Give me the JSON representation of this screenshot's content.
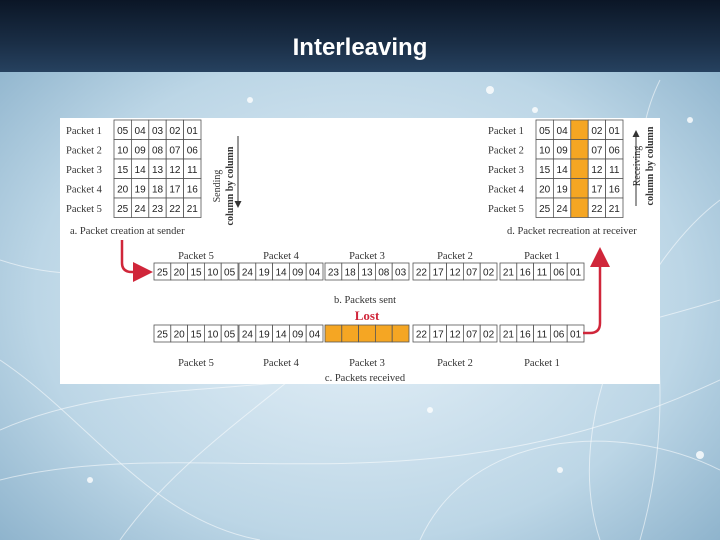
{
  "title": "Interleaving",
  "colors": {
    "lost": "#f5a623",
    "arrow": "#d0263a",
    "lost_text": "#d0263a"
  },
  "sender": {
    "row_labels": [
      "Packet 1",
      "Packet 2",
      "Packet 3",
      "Packet 4",
      "Packet 5"
    ],
    "rows": [
      [
        "05",
        "04",
        "03",
        "02",
        "01"
      ],
      [
        "10",
        "09",
        "08",
        "07",
        "06"
      ],
      [
        "15",
        "14",
        "13",
        "12",
        "11"
      ],
      [
        "20",
        "19",
        "18",
        "17",
        "16"
      ],
      [
        "25",
        "24",
        "23",
        "22",
        "21"
      ]
    ],
    "side_label_1": "Sending",
    "side_label_2": "column by column",
    "caption": "a. Packet creation at sender"
  },
  "receiver": {
    "row_labels": [
      "Packet 1",
      "Packet 2",
      "Packet 3",
      "Packet 4",
      "Packet 5"
    ],
    "rows": [
      [
        "05",
        "04",
        "",
        "02",
        "01"
      ],
      [
        "10",
        "09",
        "",
        "07",
        "06"
      ],
      [
        "15",
        "14",
        "",
        "12",
        "11"
      ],
      [
        "20",
        "19",
        "",
        "17",
        "16"
      ],
      [
        "25",
        "24",
        "",
        "22",
        "21"
      ]
    ],
    "lost_column": 2,
    "side_label_1": "Receiving",
    "side_label_2": "column by column",
    "caption": "d. Packet recreation at receiver"
  },
  "sent": {
    "packet_labels": [
      "Packet 5",
      "Packet 4",
      "Packet 3",
      "Packet 2",
      "Packet 1"
    ],
    "groups": [
      [
        "25",
        "20",
        "15",
        "10",
        "05"
      ],
      [
        "24",
        "19",
        "14",
        "09",
        "04"
      ],
      [
        "23",
        "18",
        "13",
        "08",
        "03"
      ],
      [
        "22",
        "17",
        "12",
        "07",
        "02"
      ],
      [
        "21",
        "16",
        "11",
        "06",
        "01"
      ]
    ],
    "caption": "b. Packets sent"
  },
  "lost_label": "Lost",
  "received": {
    "packet_labels": [
      "Packet 5",
      "Packet 4",
      "Packet 3",
      "Packet 2",
      "Packet 1"
    ],
    "groups": [
      [
        "25",
        "20",
        "15",
        "10",
        "05"
      ],
      [
        "24",
        "19",
        "14",
        "09",
        "04"
      ],
      [
        "",
        "",
        "",
        "",
        ""
      ],
      [
        "22",
        "17",
        "12",
        "07",
        "02"
      ],
      [
        "21",
        "16",
        "11",
        "06",
        "01"
      ]
    ],
    "lost_group": 2,
    "caption": "c. Packets received"
  }
}
